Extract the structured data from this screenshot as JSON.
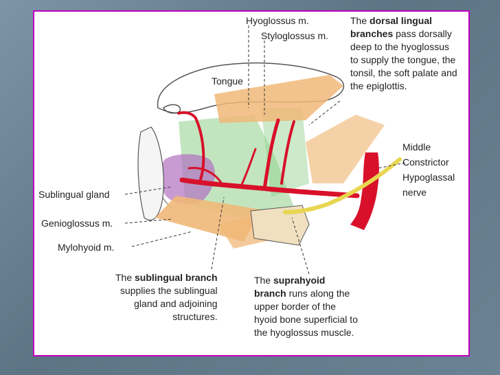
{
  "labels": {
    "hyoglossus": "Hyoglossus m.",
    "styloglossus": "Styloglossus m.",
    "tongue": "Tongue",
    "sublingual_gland": "Sublingual gland",
    "genioglossus": "Genioglossus m.",
    "mylohyoid": "Mylohyoid m.",
    "middle": "Middle",
    "constrictor": "Constrictor",
    "hypoglossal": "Hypoglassal",
    "nerve": "nerve"
  },
  "dorsal_note": {
    "pre": "The ",
    "bold1": "dorsal lingual",
    "bold2": "branches",
    "rest1": " pass dorsally",
    "line3": "deep to the hyoglossus",
    "line4": "to supply the tongue, the",
    "line5": "tonsil, the soft palate and",
    "line6": "the epiglottis."
  },
  "sublingual_note": {
    "pre": "The ",
    "bold": "sublingual branch",
    "line2": "supplies the sublingual",
    "line3": "gland and adjoining",
    "line4": "structures."
  },
  "suprahyoid_note": {
    "pre": "The ",
    "bold1": "suprahyoid",
    "bold2": "branch",
    "rest2": " runs along the",
    "line3": "upper border of the",
    "line4": "hyoid bone superficial to",
    "line5": "the hyoglossus muscle."
  },
  "colors": {
    "slide_border": "#c000c0",
    "artery": "#d8102a",
    "nerve": "#f0e060",
    "muscle": "#f0b878",
    "gland": "#b070c0",
    "green": "#8fd08a"
  }
}
